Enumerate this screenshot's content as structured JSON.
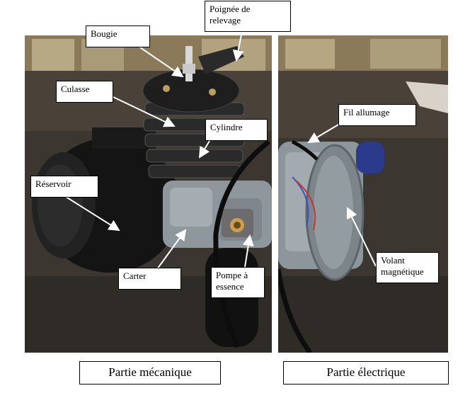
{
  "labels": {
    "poignee": "Poignée de\nrelevage",
    "bougie": "Bougie",
    "culasse": "Culasse",
    "cylindre": "Cylindre",
    "reservoir": "Réservoir",
    "carter": "Carter",
    "pompe": "Pompe à\nessence",
    "fil": "Fil allumage",
    "volant": "Volant\nmagnétique"
  },
  "captions": {
    "left": "Partie mécanique",
    "right": "Partie électrique"
  },
  "colors": {
    "arrow": "#ffffff",
    "engine_body": "#1c1c1c",
    "aluminium": "#9aa3a8"
  }
}
